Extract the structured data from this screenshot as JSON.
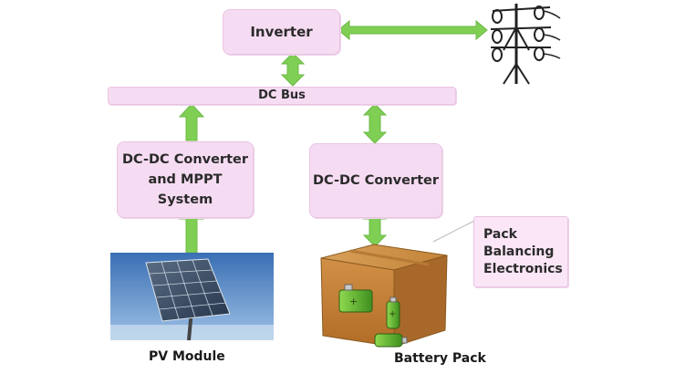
{
  "blocks": {
    "inverter": "Inverter",
    "dc_bus": "DC Bus",
    "dcdc_mppt": [
      "DC-DC Converter",
      "and MPPT",
      "System"
    ],
    "dcdc": "DC-DC Converter",
    "pack_balancing": [
      "Pack",
      "Balancing",
      "Electronics"
    ]
  },
  "captions": {
    "pv_module": "PV Module",
    "battery_pack": "Battery Pack"
  },
  "colors": {
    "block_fill": "#f6dcf2",
    "arrow_green": "#7fcf55"
  },
  "icons": {
    "grid": "power-pylon-icon",
    "pv": "solar-panel-icon",
    "battery": "battery-box-icon"
  }
}
